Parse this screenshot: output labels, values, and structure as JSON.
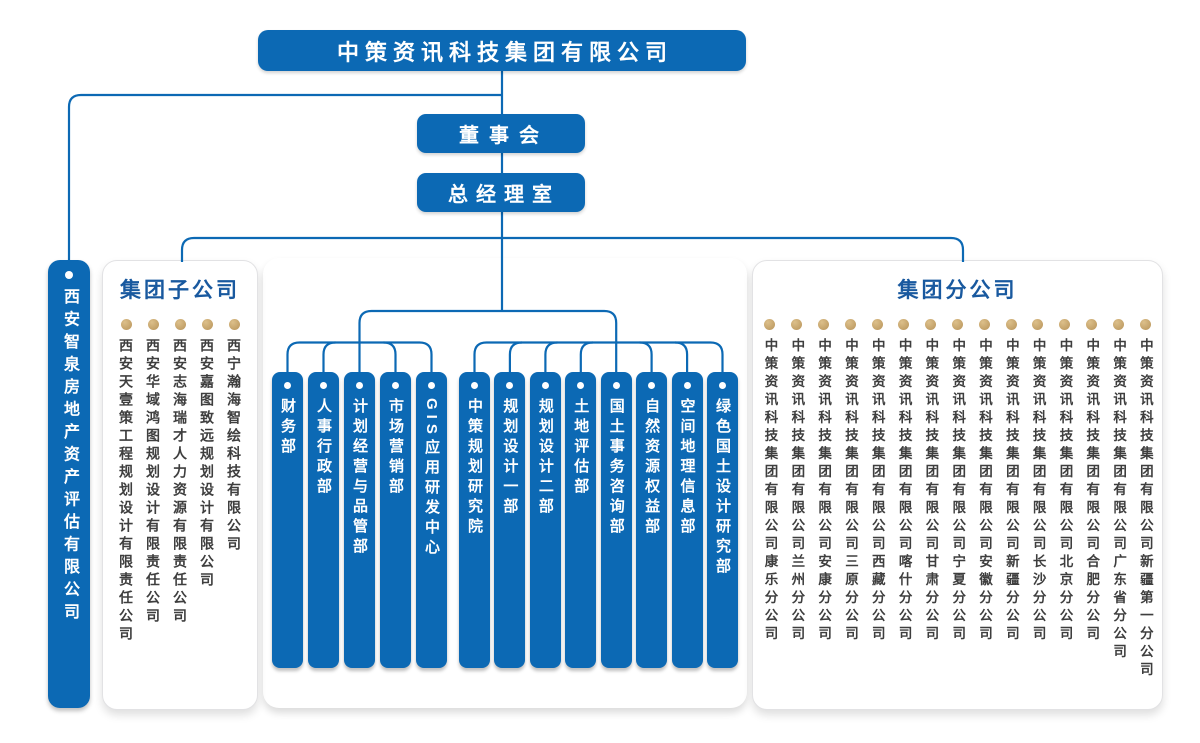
{
  "colors": {
    "primary_blue": "#0c69b4",
    "panel_title_blue": "#19599f",
    "gold_dot": "#c9a76d",
    "column_text": "#3e3e3e"
  },
  "root": {
    "title": "中策资讯科技集团有限公司"
  },
  "governance": {
    "board": "董事会",
    "gm_office": "总经理室"
  },
  "affiliate_tag": {
    "label": "西安智泉房地产资产评估有限公司"
  },
  "subsidiaries_panel": {
    "title": "集团子公司",
    "items": [
      "西安天壹策工程规划设计有限责任公司",
      "西安华域鸿图规划设计有限责任公司",
      "西安志海瑞才人力资源有限责任公司",
      "西安嘉图致远规划设计有限公司",
      "西宁瀚海智绘科技有限公司"
    ]
  },
  "departments": {
    "left_group": [
      "财务部",
      "人事行政部",
      "计划经营与品管部",
      "市场营销部",
      "GIS应用研发中心"
    ],
    "right_group": [
      "中策规划研究院",
      "规划设计一部",
      "规划设计二部",
      "土地评估部",
      "国土事务咨询部",
      "自然资源权益部",
      "空间地理信息部",
      "绿色国土设计研究部"
    ]
  },
  "branches_panel": {
    "title": "集团分公司",
    "items": [
      "中策资讯科技集团有限公司康乐分公司",
      "中策资讯科技集团有限公司兰州分公司",
      "中策资讯科技集团有限公司安康分公司",
      "中策资讯科技集团有限公司三原分公司",
      "中策资讯科技集团有限公司西藏分公司",
      "中策资讯科技集团有限公司喀什分公司",
      "中策资讯科技集团有限公司甘肃分公司",
      "中策资讯科技集团有限公司宁夏分公司",
      "中策资讯科技集团有限公司安徽分公司",
      "中策资讯科技集团有限公司新疆分公司",
      "中策资讯科技集团有限公司长沙分公司",
      "中策资讯科技集团有限公司北京分公司",
      "中策资讯科技集团有限公司合肥分公司",
      "中策资讯科技集团有限公司广东省分公司",
      "中策资讯科技集团有限公司新疆第一分公司"
    ]
  }
}
